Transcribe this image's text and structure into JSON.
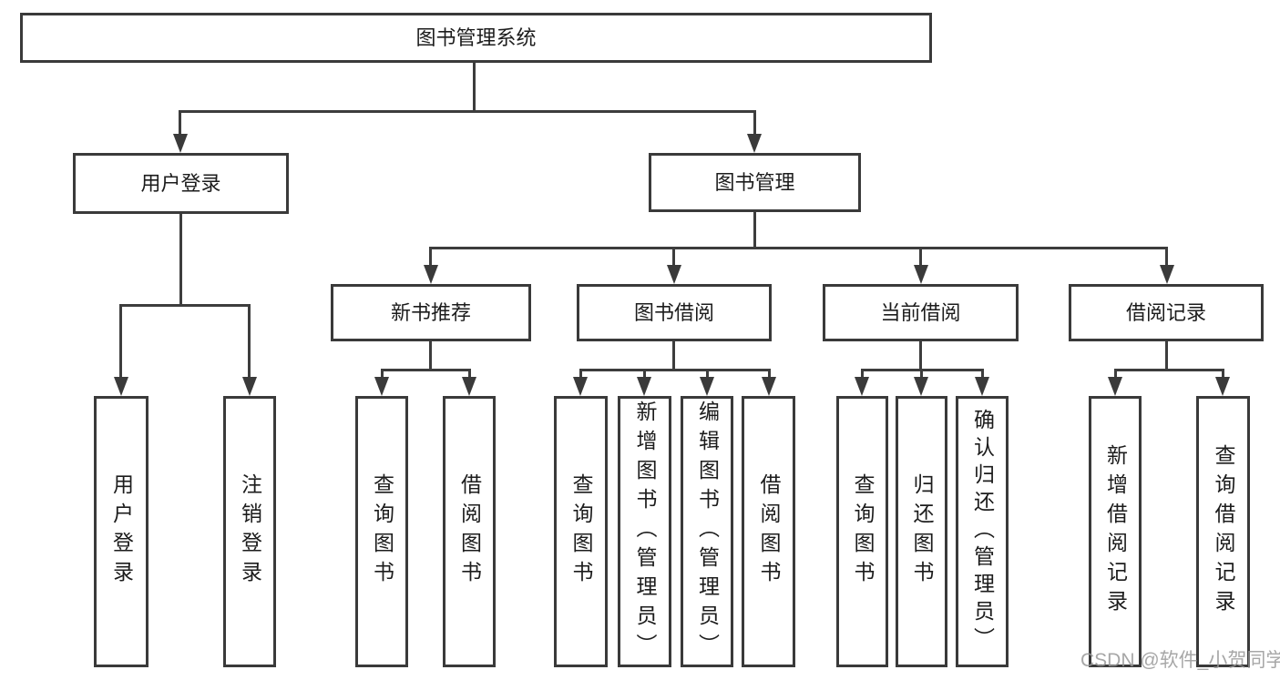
{
  "diagram": {
    "title": "图书管理系统",
    "tree": {
      "label": "图书管理系统",
      "children": [
        {
          "label": "用户登录",
          "children": [
            {
              "label": "用户登录"
            },
            {
              "label": "注销登录"
            }
          ]
        },
        {
          "label": "图书管理",
          "children": [
            {
              "label": "新书推荐",
              "children": [
                {
                  "label": "查询图书"
                },
                {
                  "label": "借阅图书"
                }
              ]
            },
            {
              "label": "图书借阅",
              "children": [
                {
                  "label": "查询图书"
                },
                {
                  "label": "新增图书（管理员）"
                },
                {
                  "label": "编辑图书（管理员）"
                },
                {
                  "label": "借阅图书"
                }
              ]
            },
            {
              "label": "当前借阅",
              "children": [
                {
                  "label": "查询图书"
                },
                {
                  "label": "归还图书"
                },
                {
                  "label": "确认归还（管理员）"
                }
              ]
            },
            {
              "label": "借阅记录",
              "children": [
                {
                  "label": "新增借阅记录"
                },
                {
                  "label": "查询借阅记录"
                }
              ]
            }
          ]
        }
      ]
    },
    "colors": {
      "box_border": "#3a3a3a",
      "connector_line": "#3d3d3d",
      "text": "#1c1c1c",
      "background": "#ffffff",
      "watermark_text_color": "#989898"
    }
  },
  "watermark": {
    "text": "CSDN @软件_小贺同学"
  }
}
